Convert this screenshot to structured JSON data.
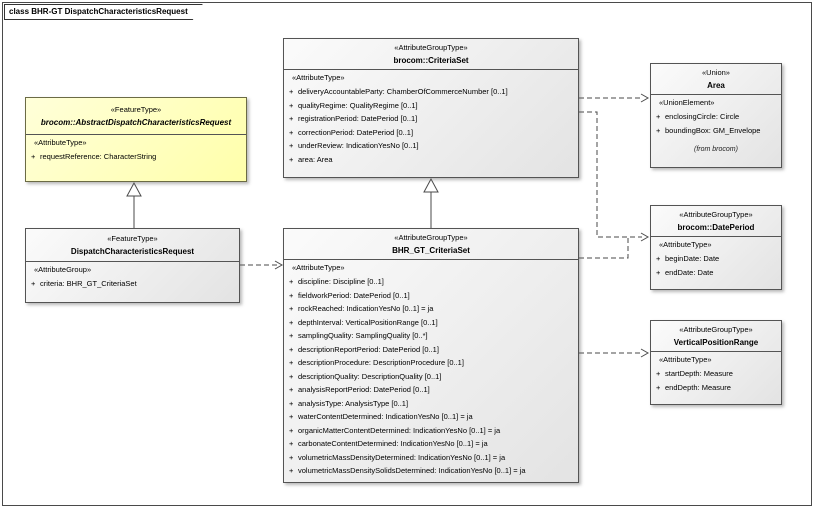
{
  "frame": {
    "label": "class BHR-GT DispatchCharacteristicsRequest"
  },
  "sym": {
    "plus": "+"
  },
  "classes": {
    "abstract": {
      "stereotype": "«FeatureType»",
      "name": "brocom::AbstractDispatchCharacteristicsRequest",
      "section_stereotype": "«AttributeType»",
      "attrs": [
        "requestReference: CharacterString"
      ]
    },
    "dispatch": {
      "stereotype": "«FeatureType»",
      "name": "DispatchCharacteristicsRequest",
      "section_stereotype": "«AttributeGroup»",
      "attrs": [
        "criteria: BHR_GT_CriteriaSet"
      ]
    },
    "criteria_set": {
      "stereotype": "«AttributeGroupType»",
      "name": "brocom::CriteriaSet",
      "section_stereotype": "«AttributeType»",
      "attrs": [
        "deliveryAccountableParty: ChamberOfCommerceNumber [0..1]",
        "qualityRegime: QualityRegime [0..1]",
        "registrationPeriod: DatePeriod [0..1]",
        "correctionPeriod: DatePeriod [0..1]",
        "underReview: IndicationYesNo [0..1]",
        "area: Area"
      ]
    },
    "bhr_criteria_set": {
      "stereotype": "«AttributeGroupType»",
      "name": "BHR_GT_CriteriaSet",
      "section_stereotype": "«AttributeType»",
      "attrs": [
        "discipline: Discipline [0..1]",
        "fieldworkPeriod: DatePeriod [0..1]",
        "rockReached: IndicationYesNo [0..1] = ja",
        "depthInterval: VerticalPositionRange [0..1]",
        "samplingQuality: SamplingQuality [0..*]",
        "descriptionReportPeriod: DatePeriod [0..1]",
        "descriptionProcedure: DescriptionProcedure [0..1]",
        "descriptionQuality: DescriptionQuality [0..1]",
        "analysisReportPeriod: DatePeriod [0..1]",
        "analysisType: AnalysisType [0..1]",
        "waterContentDetermined: IndicationYesNo [0..1] = ja",
        "organicMatterContentDetermined: IndicationYesNo [0..1] = ja",
        "carbonateContentDetermined: IndicationYesNo [0..1] = ja",
        "volumetricMassDensityDetermined: IndicationYesNo [0..1] = ja",
        "volumetricMassDensitySolidsDetermined: IndicationYesNo [0..1] = ja"
      ]
    },
    "area": {
      "stereotype": "«Union»",
      "name": "Area",
      "section_stereotype": "«UnionElement»",
      "attrs": [
        "enclosingCircle: Circle",
        "boundingBox: GM_Envelope"
      ],
      "origin_note": "(from brocom)"
    },
    "date_period": {
      "stereotype": "«AttributeGroupType»",
      "name": "brocom::DatePeriod",
      "section_stereotype": "«AttributeType»",
      "attrs": [
        "beginDate: Date",
        "endDate: Date"
      ]
    },
    "vertical_position_range": {
      "stereotype": "«AttributeGroupType»",
      "name": "VerticalPositionRange",
      "section_stereotype": "«AttributeType»",
      "attrs": [
        "startDepth: Measure",
        "endDepth: Measure"
      ]
    }
  }
}
